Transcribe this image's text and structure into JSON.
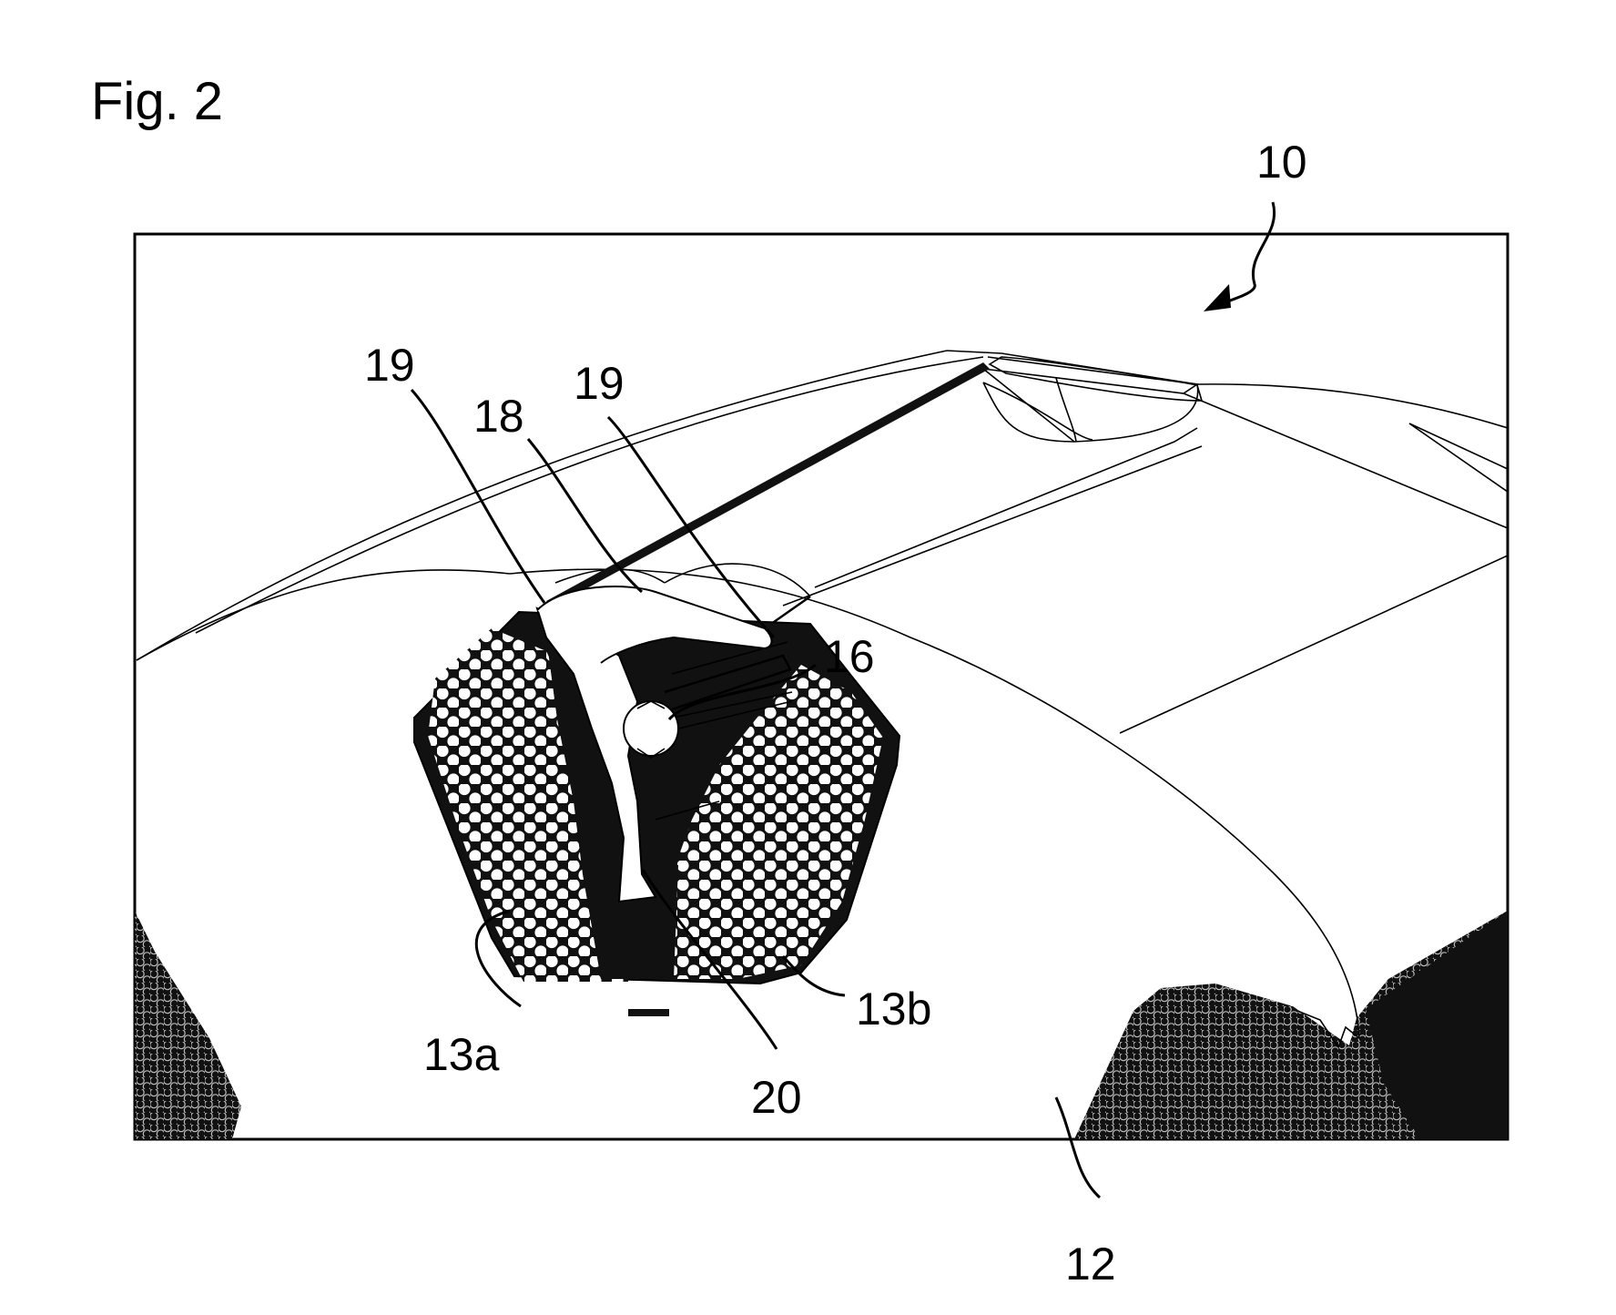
{
  "figure": {
    "title": "Fig. 2"
  },
  "labels": {
    "ref_10": "10",
    "ref_12": "12",
    "ref_13a": "13a",
    "ref_13b": "13b",
    "ref_16": "16",
    "ref_18": "18",
    "ref_19_left": "19",
    "ref_19_right": "19",
    "ref_20": "20"
  }
}
